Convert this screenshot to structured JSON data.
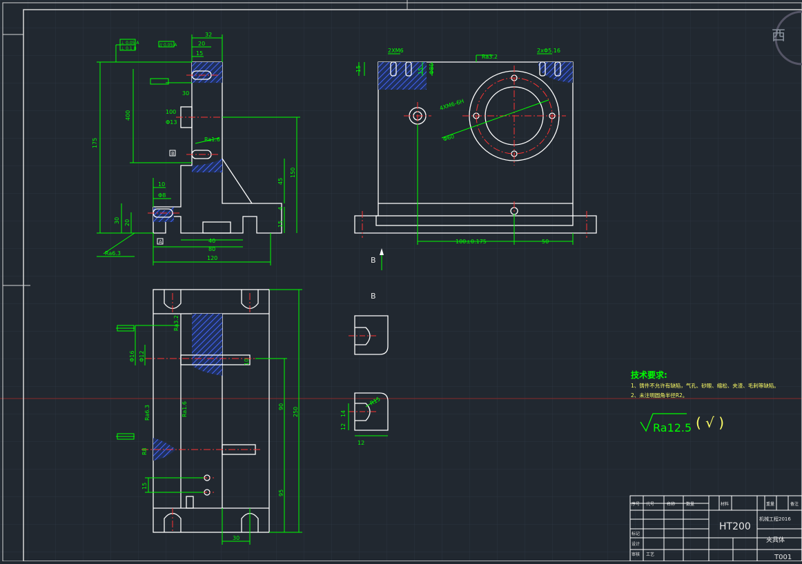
{
  "watermark": "西",
  "title_block": {
    "material": "HT200",
    "company": "机械工程2016",
    "part_name": "夹具体",
    "drawing_no": "T001",
    "header_cells": [
      "序号",
      "代号",
      "名称",
      "数量",
      "材料",
      "重量",
      "备注"
    ],
    "row_labels": [
      "标记",
      "设计",
      "审核",
      "工艺"
    ]
  },
  "tech_requirements": {
    "title": "技术要求:",
    "items": [
      "1、铸件不允许有缺陷，气孔、砂眼、缩松、夹渣、毛刺等缺陷。",
      "2、未注明圆角半径R2。"
    ]
  },
  "roughness_note": {
    "symbol": "√",
    "value": "Ra12.5",
    "paren": "( √ )"
  },
  "section_labels": {
    "b_arrow": "B",
    "b_view": "B"
  },
  "front_view": {
    "dims": [
      "32",
      "20",
      "15",
      "30",
      "Φ13",
      "100",
      "400",
      "175",
      "Ra1.6",
      "150",
      "45",
      "15",
      "4",
      "30",
      "20",
      "40",
      "80",
      "120",
      "10",
      "Ra6.3",
      "Φ8"
    ],
    "datum_letters": [
      "B",
      "A"
    ],
    "tolerance_frames": [
      "⊥ 0.05 A",
      "⊥ 0.1 B",
      "// 0.05 A"
    ]
  },
  "side_view": {
    "dims": [
      "2XM6",
      "Ra3.2",
      "4XM6-6H",
      "2xΦ5.16",
      "Φ60",
      "15",
      "Φ80",
      "100±0.175",
      "50",
      "15"
    ]
  },
  "top_view": {
    "dims": [
      "Φ16",
      "Φ12",
      "Ra3.2",
      "Ra1.6",
      "Ra6.3",
      "R8",
      "10",
      "15",
      "90",
      "250",
      "95",
      "30"
    ]
  },
  "detail_view": {
    "dims": [
      "R15",
      "14",
      "12",
      "12"
    ]
  },
  "colors": {
    "background": "#212830",
    "line": "#ffffff",
    "dimension": "#00ff00",
    "center": "#ff3333",
    "hatch": "#3355ff",
    "note": "#ffff66"
  }
}
